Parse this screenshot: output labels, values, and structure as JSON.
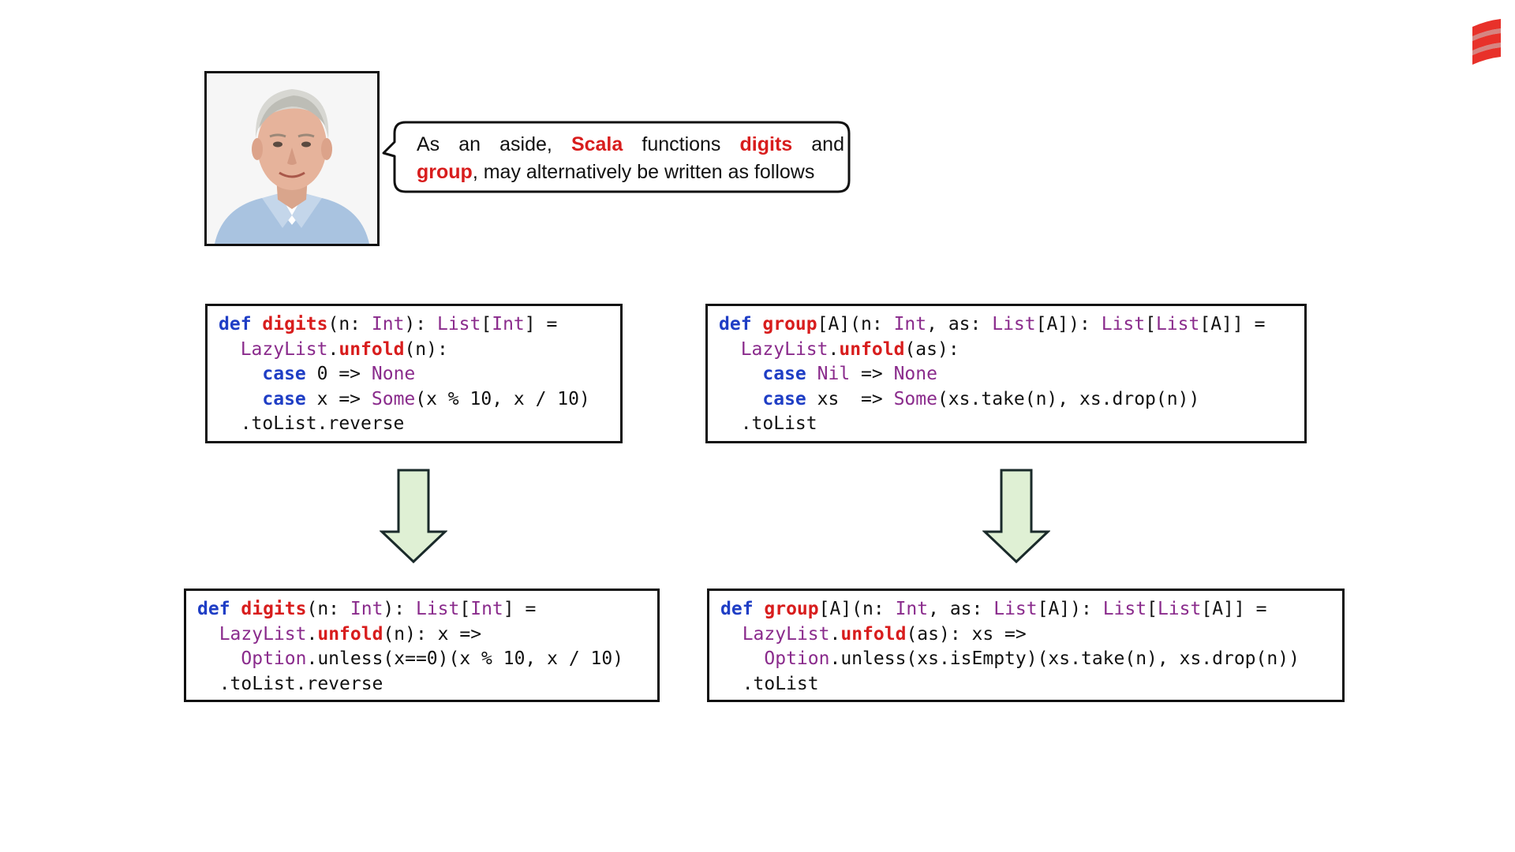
{
  "bubble": {
    "line1": [
      {
        "text": "As",
        "style": "plain"
      },
      {
        "text": "an",
        "style": "plain"
      },
      {
        "text": "aside,",
        "style": "plain"
      },
      {
        "text": "Scala",
        "style": "red"
      },
      {
        "text": "functions",
        "style": "plain"
      },
      {
        "text": "digits",
        "style": "red"
      },
      {
        "text": "and",
        "style": "plain"
      }
    ],
    "line2": [
      {
        "text": "group",
        "style": "red"
      },
      {
        "text": ", may alternatively be written as follows",
        "style": "plain"
      }
    ]
  },
  "code_blocks": {
    "digits_old": [
      [
        [
          "k",
          "def "
        ],
        [
          "f",
          "digits"
        ],
        [
          "p",
          "(n: "
        ],
        [
          "t",
          "Int"
        ],
        [
          "p",
          "): "
        ],
        [
          "t",
          "List"
        ],
        [
          "p",
          "["
        ],
        [
          "t",
          "Int"
        ],
        [
          "p",
          "] ="
        ]
      ],
      [
        [
          "p",
          "  "
        ],
        [
          "t",
          "LazyList"
        ],
        [
          "p",
          "."
        ],
        [
          "f",
          "unfold"
        ],
        [
          "p",
          "(n):"
        ]
      ],
      [
        [
          "p",
          "    "
        ],
        [
          "k",
          "case"
        ],
        [
          "p",
          " 0 => "
        ],
        [
          "t",
          "None"
        ]
      ],
      [
        [
          "p",
          "    "
        ],
        [
          "k",
          "case"
        ],
        [
          "p",
          " x => "
        ],
        [
          "t",
          "Some"
        ],
        [
          "p",
          "(x % 10, x / 10)"
        ]
      ],
      [
        [
          "p",
          "  .toList.reverse"
        ]
      ]
    ],
    "group_old": [
      [
        [
          "k",
          "def "
        ],
        [
          "f",
          "group"
        ],
        [
          "p",
          "[A](n: "
        ],
        [
          "t",
          "Int"
        ],
        [
          "p",
          ", as: "
        ],
        [
          "t",
          "List"
        ],
        [
          "p",
          "[A]): "
        ],
        [
          "t",
          "List"
        ],
        [
          "p",
          "["
        ],
        [
          "t",
          "List"
        ],
        [
          "p",
          "[A]] ="
        ]
      ],
      [
        [
          "p",
          "  "
        ],
        [
          "t",
          "LazyList"
        ],
        [
          "p",
          "."
        ],
        [
          "f",
          "unfold"
        ],
        [
          "p",
          "(as):"
        ]
      ],
      [
        [
          "p",
          "    "
        ],
        [
          "k",
          "case"
        ],
        [
          "p",
          " "
        ],
        [
          "t",
          "Nil"
        ],
        [
          "p",
          " => "
        ],
        [
          "t",
          "None"
        ]
      ],
      [
        [
          "p",
          "    "
        ],
        [
          "k",
          "case"
        ],
        [
          "p",
          " xs  => "
        ],
        [
          "t",
          "Some"
        ],
        [
          "p",
          "(xs.take(n), xs.drop(n))"
        ]
      ],
      [
        [
          "p",
          "  .toList"
        ]
      ]
    ],
    "digits_new": [
      [
        [
          "k",
          "def "
        ],
        [
          "f",
          "digits"
        ],
        [
          "p",
          "(n: "
        ],
        [
          "t",
          "Int"
        ],
        [
          "p",
          "): "
        ],
        [
          "t",
          "List"
        ],
        [
          "p",
          "["
        ],
        [
          "t",
          "Int"
        ],
        [
          "p",
          "] ="
        ]
      ],
      [
        [
          "p",
          "  "
        ],
        [
          "t",
          "LazyList"
        ],
        [
          "p",
          "."
        ],
        [
          "f",
          "unfold"
        ],
        [
          "p",
          "(n): x =>"
        ]
      ],
      [
        [
          "p",
          "    "
        ],
        [
          "t",
          "Option"
        ],
        [
          "p",
          ".unless(x==0)(x % 10, x / 10)"
        ]
      ],
      [
        [
          "p",
          "  .toList.reverse"
        ]
      ]
    ],
    "group_new": [
      [
        [
          "k",
          "def "
        ],
        [
          "f",
          "group"
        ],
        [
          "p",
          "[A](n: "
        ],
        [
          "t",
          "Int"
        ],
        [
          "p",
          ", as: "
        ],
        [
          "t",
          "List"
        ],
        [
          "p",
          "[A]): "
        ],
        [
          "t",
          "List"
        ],
        [
          "p",
          "["
        ],
        [
          "t",
          "List"
        ],
        [
          "p",
          "[A]] ="
        ]
      ],
      [
        [
          "p",
          "  "
        ],
        [
          "t",
          "LazyList"
        ],
        [
          "p",
          "."
        ],
        [
          "f",
          "unfold"
        ],
        [
          "p",
          "(as): xs =>"
        ]
      ],
      [
        [
          "p",
          "    "
        ],
        [
          "t",
          "Option"
        ],
        [
          "p",
          ".unless(xs.isEmpty)(xs.take(n), xs.drop(n))"
        ]
      ],
      [
        [
          "p",
          "  .toList"
        ]
      ]
    ]
  },
  "colors": {
    "keyword": "#1f3ec5",
    "function_name": "#d81d1d",
    "type_name": "#8a2b8c",
    "arrow_fill": "#dff0d4",
    "logo_red": "#e8312a"
  },
  "icons": {
    "logo": "scala-logo-icon",
    "arrow": "down-arrow-icon",
    "portrait": "presenter-photo"
  }
}
